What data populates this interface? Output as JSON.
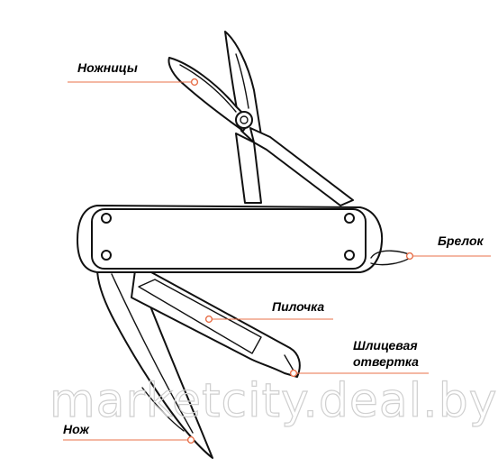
{
  "colors": {
    "accent": "#e8704a",
    "outline": "#111111",
    "watermark": "#cfcfcf"
  },
  "labels": {
    "scissors": "Ножницы",
    "keyring": "Брелок",
    "file": "Пилочка",
    "screwdriver_line1": "Шлицевая",
    "screwdriver_line2": "отвертка",
    "knife": "Нож"
  },
  "watermark": "marketcity.deal.by"
}
